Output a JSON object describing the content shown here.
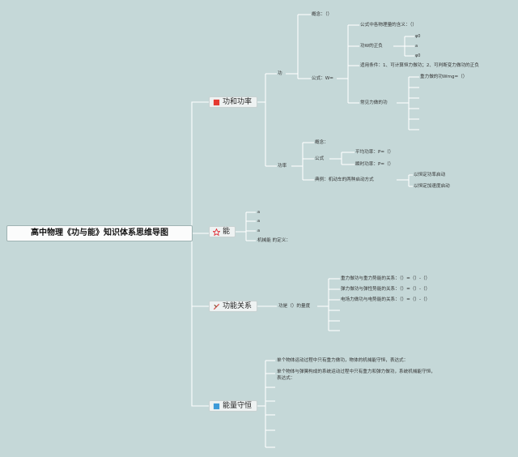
{
  "root": {
    "title": "高中物理《功与能》知识体系思维导图"
  },
  "branches": {
    "work_power": {
      "title": "功和功率",
      "work": {
        "label": "功",
        "concept": "概念：（）",
        "formula": {
          "label": "公式：W=",
          "meaning": "公式中各物理量的含义：（）",
          "sign": {
            "label": "功W的正负",
            "a": "φ0",
            "b": "a",
            "c": "φ0"
          },
          "condition": "适用条件：1、可计算恒力做功；2、可判断变力做功的正负",
          "common_force": {
            "label": "常见力做的功",
            "gravity": "重力做的功Wmg=（）"
          }
        }
      },
      "power": {
        "label": "功率",
        "concept": "概念：",
        "formula": {
          "label": "公式",
          "avg": "平均功率：P=（）",
          "inst": "瞬时功率：P=（）"
        },
        "example": {
          "label": "典例：机动车的两种启动方式",
          "constant_power": "以恒定功率启动",
          "constant_accel": "以恒定加速度启动"
        }
      }
    },
    "energy": {
      "title": "能",
      "items": [
        "a",
        "a",
        "a"
      ],
      "mech": "机械能 的定义："
    },
    "relation": {
      "title": "功能关系",
      "measure": "功是（）的量度",
      "gravity": "重力做功与重力势能的关系：（）=（）-（）",
      "elastic": "弹力做功与弹性势能的关系：（）=（）-（）",
      "electric": "电场力做功与电势能的关系：（）=（）-（）"
    },
    "conservation": {
      "title": "能量守恒",
      "single": "单个物体运动过程中只有重力做功，物体的机械能守恒，表达式：",
      "system_1": "单个物体与弹簧构成的系统运动过程中只有重力和弹力做功，系统机械能守恒，",
      "system_2": "表达式："
    }
  },
  "colors": {
    "background": "#c5d8d8",
    "line": "#ffffff",
    "flag_red": "#e53a32",
    "star_red": "#e0323a",
    "square_blue": "#3d9ad8",
    "relation_icon": "#d9504a"
  }
}
